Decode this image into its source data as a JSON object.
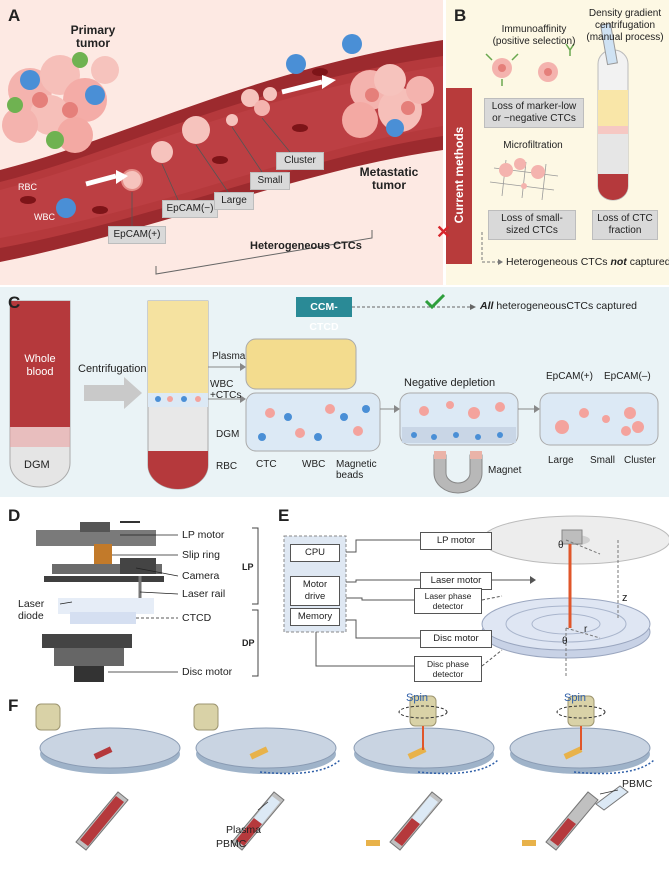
{
  "panels": {
    "a": "A",
    "b": "B",
    "c": "C",
    "d": "D",
    "e": "E",
    "f": "F"
  },
  "panel_a": {
    "primary_tumor": "Primary tumor",
    "metastatic_tumor": "Metastatic tumor",
    "rbc": "RBC",
    "wbc": "WBC",
    "epcam_pos": "EpCAM(+)",
    "epcam_neg": "EpCAM(−)",
    "large": "Large",
    "small": "Small",
    "cluster": "Cluster",
    "heterogeneous": "Heterogeneous CTCs"
  },
  "panel_b": {
    "immunoaffinity": "Immunoaffinity (positive selection)",
    "density": "Density gradient centrifugation (manual process)",
    "loss_marker": "Loss of marker-low or −negative CTCs",
    "microfiltration": "Microfiltration",
    "loss_small": "Loss of small-sized CTCs",
    "loss_fraction": "Loss of CTC fraction",
    "current_methods": "Current methods",
    "not_captured_pre": "Heterogeneous CTCs ",
    "not_captured_em": "not",
    "not_captured_post": " captured"
  },
  "panel_c": {
    "ccm": "CCM-CTCD",
    "all_pre": "All",
    "all_post": " heterogeneousCTCs captured",
    "whole_blood": "Whole blood",
    "dgm": "DGM",
    "centrifugation": "Centrifugation",
    "plasma": "Plasma",
    "wbc_ctcs": "WBC +CTCs",
    "dgm2": "DGM",
    "rbc": "RBC",
    "ctc": "CTC",
    "wbc": "WBC",
    "magnetic_beads": "Magnetic beads",
    "negative_depletion": "Negative depletion",
    "magnet": "Magnet",
    "epcam_pos": "EpCAM(+)",
    "epcam_neg": "EpCAM(–)",
    "large": "Large",
    "small": "Small",
    "cluster": "Cluster"
  },
  "panel_d": {
    "lp_motor": "LP motor",
    "slip_ring": "Slip ring",
    "camera": "Camera",
    "laser_rail": "Laser rail",
    "laser_diode": "Laser diode",
    "ctcd": "CTCD",
    "disc_motor": "Disc motor",
    "lp": "LP",
    "dp": "DP"
  },
  "panel_e": {
    "cpu": "CPU",
    "motor_drive": "Motor drive",
    "memory": "Memory",
    "lp_motor": "LP motor",
    "laser_motor": "Laser motor",
    "laser_phase": "Laser phase detector",
    "disc_motor": "Disc motor",
    "disc_phase": "Disc phase detector",
    "theta": "θ",
    "r": "r",
    "z": "z"
  },
  "panel_f": {
    "spin1": "Spin",
    "spin2": "Spin",
    "plasma": "Plasma",
    "pbmc1": "PBMC",
    "pbmc2": "PBMC"
  },
  "colors": {
    "vessel": "#b03a3a",
    "vessel_inner": "#8f2326",
    "cell": "#f4b3ae",
    "wbc": "#4a8fd6",
    "label_box": "#d9d9d9",
    "accent_red": "#b83b3b",
    "teal": "#2a8a96",
    "check": "#2e9e3c"
  }
}
